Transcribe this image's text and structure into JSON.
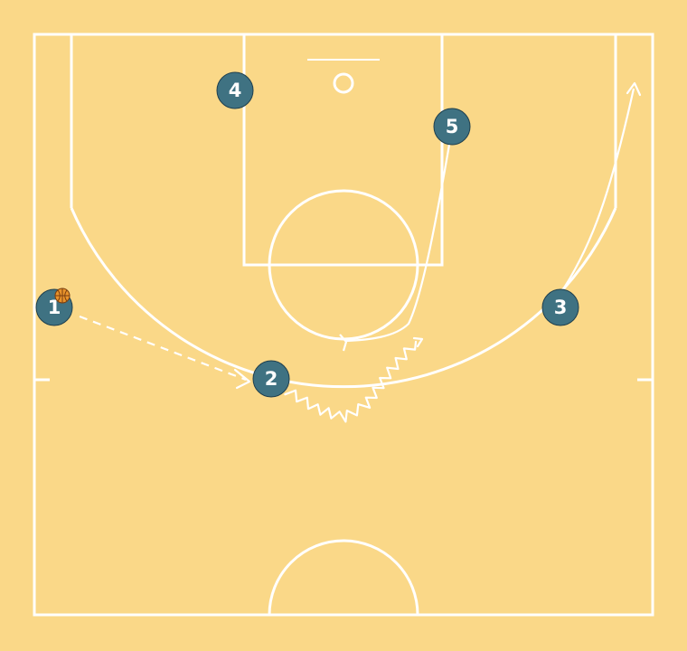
{
  "colors": {
    "court": "#fad888",
    "lines": "#ffffff",
    "player_fill": "#3f7282",
    "player_text": "#ffffff",
    "ball": "#e8932b"
  },
  "players": [
    {
      "label": "1",
      "has_ball": true
    },
    {
      "label": "2"
    },
    {
      "label": "3"
    },
    {
      "label": "4"
    },
    {
      "label": "5"
    }
  ],
  "icons": {
    "ball": "basketball-icon"
  }
}
